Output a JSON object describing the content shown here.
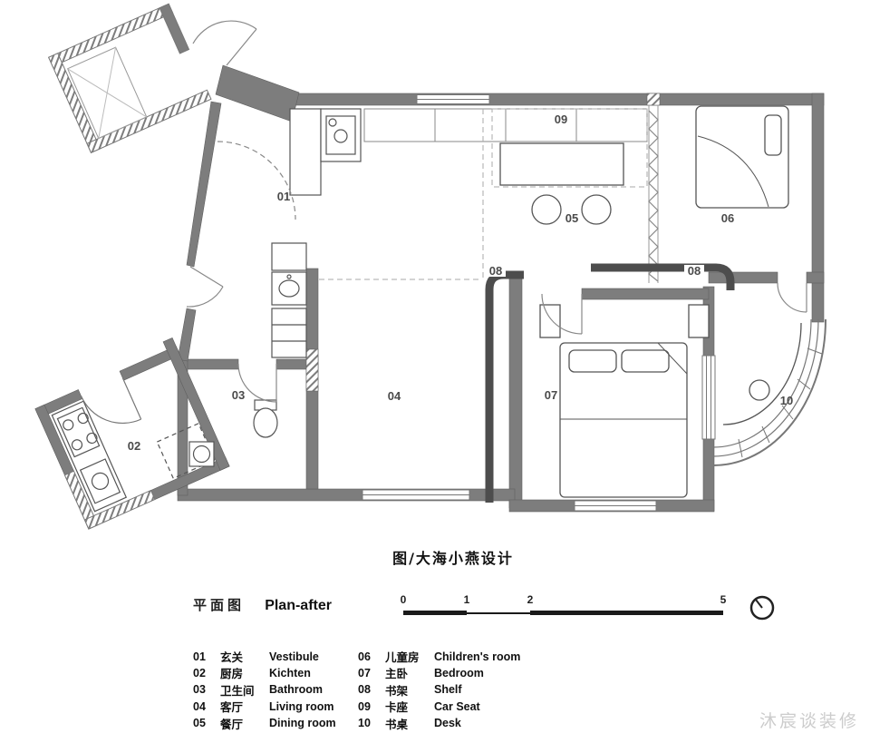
{
  "caption": "图/大海小燕设计",
  "plan_header": {
    "title_cn": "平面图",
    "title_en": "Plan-after"
  },
  "scale_bar": {
    "labels": [
      "0",
      "1",
      "2",
      "5"
    ]
  },
  "rooms": [
    {
      "label": "01"
    },
    {
      "label": "02"
    },
    {
      "label": "03"
    },
    {
      "label": "04"
    },
    {
      "label": "05"
    },
    {
      "label": "06"
    },
    {
      "label": "07"
    },
    {
      "label": "08"
    },
    {
      "label": "08"
    },
    {
      "label": "09"
    },
    {
      "label": "10"
    }
  ],
  "legend": {
    "left": [
      {
        "num": "01",
        "cn": "玄关",
        "en": "Vestibule"
      },
      {
        "num": "02",
        "cn": "厨房",
        "en": "Kichten"
      },
      {
        "num": "03",
        "cn": "卫生间",
        "en": "Bathroom"
      },
      {
        "num": "04",
        "cn": "客厅",
        "en": "Living room"
      },
      {
        "num": "05",
        "cn": "餐厅",
        "en": "Dining room"
      }
    ],
    "right": [
      {
        "num": "06",
        "cn": "儿童房",
        "en": "Children's room"
      },
      {
        "num": "07",
        "cn": "主卧",
        "en": "Bedroom"
      },
      {
        "num": "08",
        "cn": "书架",
        "en": "Shelf"
      },
      {
        "num": "09",
        "cn": "卡座",
        "en": "Car Seat"
      },
      {
        "num": "10",
        "cn": "书桌",
        "en": "Desk"
      }
    ]
  },
  "watermark": "沐宸谈装修",
  "colors": {
    "wall": "#7d7d7d",
    "furniture_line": "#555555",
    "dashed_line": "#aaaaaa",
    "shelf": "#4d4d4d",
    "watermark": "#cccccc"
  }
}
